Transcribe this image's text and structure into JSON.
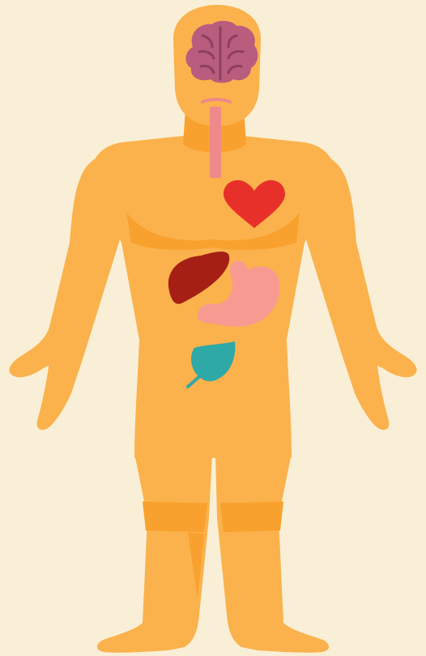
{
  "illustration": {
    "subject": "human-body-anatomy",
    "organs": [
      "brain",
      "esophagus",
      "heart",
      "liver",
      "stomach",
      "pancreas"
    ]
  },
  "colors": {
    "background": "#f9efd6",
    "skin": "#fbb24c",
    "skin_shade": "#f9a12e",
    "brain": "#b85d7d",
    "brain_lines": "#8e3f5e",
    "esophagus": "#ee8a8a",
    "heart": "#e8302a",
    "liver": "#a51f15",
    "stomach": "#f79b92",
    "pancreas": "#2fa8a8"
  }
}
